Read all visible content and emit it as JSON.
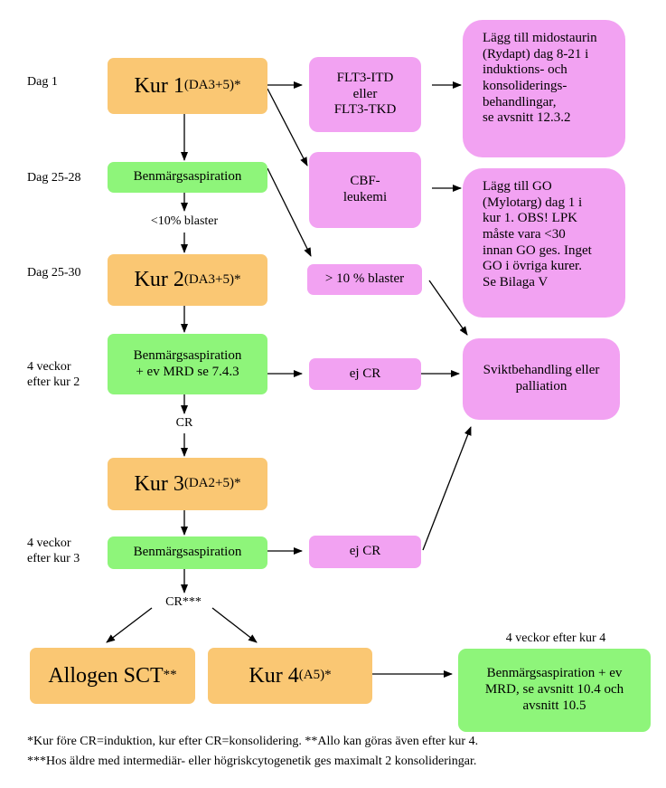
{
  "row_labels": {
    "day1": "Dag 1",
    "day25_28": "Dag 25-28",
    "day25_30": "Dag 25-30",
    "weeks_after_kur2": [
      "4 veckor",
      "efter kur 2"
    ],
    "weeks_after_kur3": [
      "4 veckor",
      "efter kur 3"
    ]
  },
  "kur1": {
    "main": "Kur 1 ",
    "sub": "(DA3+5)*"
  },
  "kur2": {
    "main": "Kur 2 ",
    "sub": "(DA3+5)*"
  },
  "kur3": {
    "main": "Kur 3 ",
    "sub": "(DA2+5)*"
  },
  "kur4": {
    "main": "Kur 4 ",
    "sub": "(A5)*"
  },
  "allogen": {
    "main": "Allogen SCT",
    "sub": "**"
  },
  "bma1": "Benmärgsaspiration",
  "bma2": [
    "Benmärgsaspiration",
    "+ ev MRD se 7.4.3"
  ],
  "bma3": "Benmärgsaspiration",
  "bma4": [
    "Benmärgsaspiration + ev",
    "MRD, se avsnitt 10.4 och",
    "avsnitt 10.5"
  ],
  "flt3": [
    "FLT3-ITD",
    "eller",
    "FLT3-TKD"
  ],
  "cbf": [
    "CBF-",
    "leukemi"
  ],
  "over10": "> 10 % blaster",
  "ejcr1": "ej CR",
  "ejcr2": "ej CR",
  "svikt": [
    "Sviktbehandling eller",
    "palliation"
  ],
  "midostaurin": [
    "Lägg till midostaurin",
    "(Rydapt) dag 8-21 i",
    "induktions- och",
    "konsoliderings-",
    "behandlingar,",
    "se avsnitt 12.3.2"
  ],
  "go": [
    "Lägg till GO",
    "(Mylotarg) dag 1 i",
    "kur 1. OBS! LPK",
    "måste vara <30",
    "innan GO ges. Inget",
    "GO i övriga kurer.",
    "Se Bilaga V"
  ],
  "conn_labels": {
    "under10": "<10% blaster",
    "cr": "CR",
    "cr3": "CR***",
    "weeks_after_kur4": "4 veckor efter kur 4"
  },
  "footnotes": [
    "*Kur före CR=induktion, kur efter CR=konsolidering. **Allo kan göras även efter kur 4.",
    "***Hos äldre med intermediär- eller högriskcytogenetik ges maximalt 2 konsolideringar."
  ],
  "colors": {
    "orange": "#fac773",
    "green": "#8ef57a",
    "pink": "#f2a2f2"
  }
}
